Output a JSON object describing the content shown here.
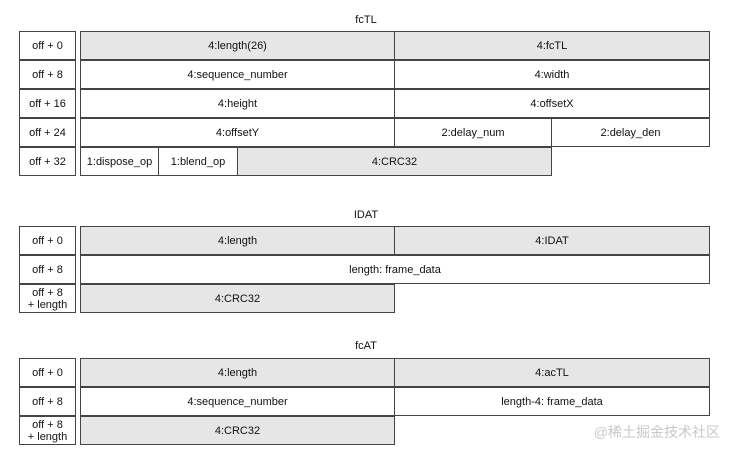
{
  "fctl": {
    "title": "fcTL",
    "offsets": [
      "off + 0",
      "off + 8",
      "off + 16",
      "off + 24",
      "off + 32"
    ],
    "fields": {
      "length": "4:length(26)",
      "type": "4:fcTL",
      "sequence_number": "4:sequence_number",
      "width": "4:width",
      "height": "4:height",
      "offset_x": "4:offsetX",
      "offset_y": "4:offsetY",
      "delay_num": "2:delay_num",
      "delay_den": "2:delay_den",
      "dispose_op": "1:dispose_op",
      "blend_op": "1:blend_op",
      "crc": "4:CRC32"
    }
  },
  "idat": {
    "title": "IDAT",
    "offsets": [
      "off + 0",
      "off + 8",
      "off + 8",
      "+ length"
    ],
    "fields": {
      "length": "4:length",
      "type": "4:IDAT",
      "data": "length: frame_data",
      "crc": "4:CRC32"
    }
  },
  "fcat": {
    "title": "fcAT",
    "offsets": [
      "off + 0",
      "off + 8",
      "off + 8",
      "+ length"
    ],
    "fields": {
      "length": "4:length",
      "type": "4:acTL",
      "sequence_number": "4:sequence_number",
      "data": "length-4: frame_data",
      "crc": "4:CRC32"
    }
  },
  "watermark": "@稀土掘金技术社区",
  "colors": {
    "header_fill": "#e6e6e6",
    "border": "#444444",
    "background": "#ffffff"
  }
}
